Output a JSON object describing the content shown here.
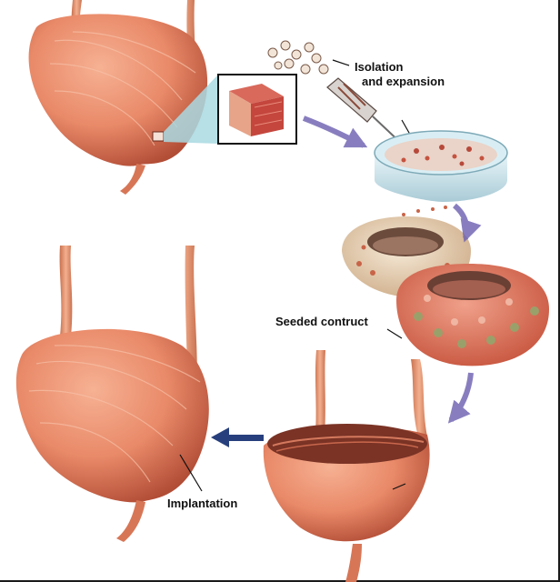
{
  "labels": {
    "isolation": "Isolation",
    "expansion": "and expansion",
    "seeded": "Seeded contruct",
    "implantation": "Implantation"
  },
  "colors": {
    "tissue": "#e98a69",
    "tissue_dark": "#b24d36",
    "arrow_purple": "#6b5fb0",
    "arrow_navy": "#27407d",
    "dish_blue": "#cfe6ef",
    "scaffold_tan": "#e7cdb0"
  },
  "icons": [
    "bladder",
    "tissue-biopsy",
    "cells",
    "syringe",
    "petri-dish",
    "scaffold",
    "seeded-construct",
    "open-bladder"
  ]
}
